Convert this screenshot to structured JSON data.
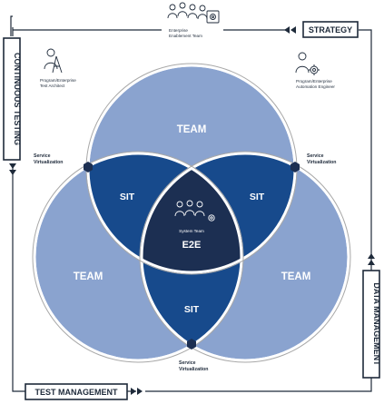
{
  "colors": {
    "team_light": "#8aa3cf",
    "sit_dark": "#174a8c",
    "center": "#1c2f52",
    "outline": "#1e2a3a"
  },
  "top_role": {
    "line1": "Enterprise",
    "line2": "Enablement Team",
    "icon": "team-group-icon"
  },
  "left_role": {
    "line1": "Program/Enterprise",
    "line2": "Test Architect",
    "icon": "architect-icon"
  },
  "right_role": {
    "line1": "Program/Enterprise",
    "line2": "Automation Engineer",
    "icon": "engineer-gear-icon"
  },
  "service_virtualization": {
    "line1": "Service",
    "line2": "Virtualization"
  },
  "circles": {
    "team_label": "TEAM",
    "sit_label": "SIT"
  },
  "center": {
    "line1": "System Team",
    "label": "E2E",
    "icon": "system-team-icon"
  },
  "tags": {
    "strategy": "STRATEGY",
    "continuous_testing": "CONTINUOUS TESTING",
    "data_management": "DATA MANAGEMENT",
    "test_management": "TEST MANAGEMENT"
  }
}
